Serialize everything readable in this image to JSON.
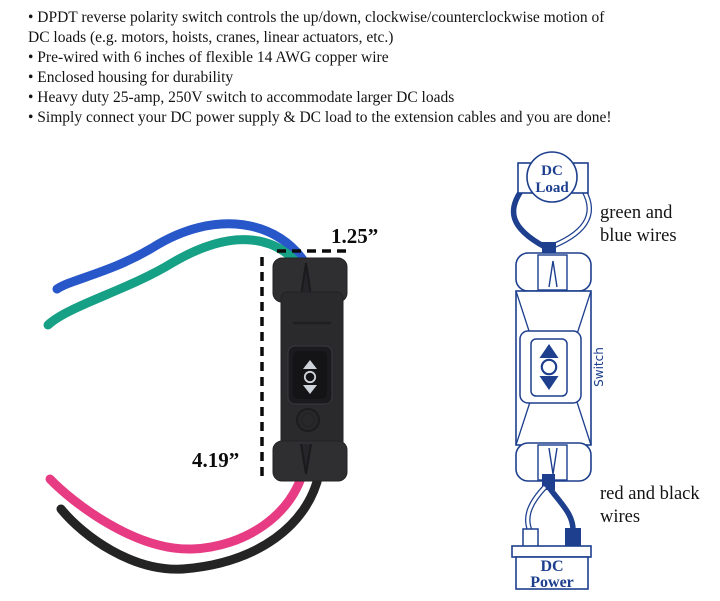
{
  "features": {
    "lines": [
      "• DPDT reverse polarity switch controls the up/down, clockwise/counterclockwise motion of",
      "DC loads (e.g. motors, hoists, cranes, linear actuators, etc.)",
      "• Pre-wired with 6 inches of flexible 14 AWG copper wire",
      "• Enclosed housing for durability",
      "• Heavy duty 25-amp, 250V switch to accommodate larger DC loads",
      "• Simply connect your DC power supply & DC load to the extension cables and you are done!"
    ]
  },
  "photo": {
    "width_label": "1.25”",
    "height_label": "4.19”",
    "wire_colors": {
      "blue": "#2857c9",
      "green": "#16a085",
      "pink": "#e73b84",
      "black": "#242424"
    },
    "housing_color": "#2c2c2f"
  },
  "diagram": {
    "line_color": "#1d3f8e",
    "load_line1": "DC",
    "load_line2": "Load",
    "power_line1": "DC",
    "power_line2": "Power",
    "switch_label": "Switch",
    "top_label_line1": "green and",
    "top_label_line2": "blue wires",
    "bottom_label_line1": "red and black",
    "bottom_label_line2": "wires"
  }
}
